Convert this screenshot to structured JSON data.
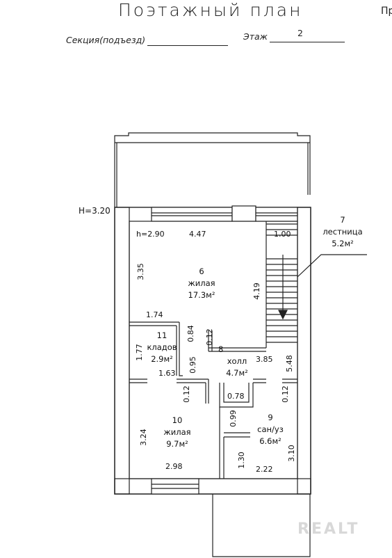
{
  "title": "Поэтажный план",
  "corner_text": "Пр",
  "header": {
    "section_label": "Секция(подъезд)",
    "section_value": "",
    "floor_label": "Этаж",
    "floor_value": "2"
  },
  "heights": {
    "building": "H=3.20",
    "room": "h=2.90"
  },
  "rooms": [
    {
      "num": "6",
      "name": "жилая",
      "area": "17.3м²"
    },
    {
      "num": "7",
      "name": "лестница",
      "area": "5.2м²"
    },
    {
      "num": "8",
      "name": "холл",
      "area": "4.7м²"
    },
    {
      "num": "9",
      "name": "сан/уз",
      "area": "6.6м²"
    },
    {
      "num": "10",
      "name": "жилая",
      "area": "9.7м²"
    },
    {
      "num": "11",
      "name": "кладов",
      "area": "2.9м²"
    }
  ],
  "dimensions": {
    "d_4_47": "4.47",
    "d_1_00": "1.00",
    "d_3_35": "3.35",
    "d_4_19": "4.19",
    "d_1_74": "1.74",
    "d_0_84": "0.84",
    "d_0_12_a": "0.12",
    "d_1_77": "1.77",
    "d_0_95": "0.95",
    "d_1_63": "1.63",
    "d_3_85": "3.85",
    "d_5_48": "5.48",
    "d_0_12_b": "0.12",
    "d_0_12_c": "0.12",
    "d_0_78": "0.78",
    "d_0_99": "0.99",
    "d_3_24": "3.24",
    "d_3_10": "3.10",
    "d_1_30": "1.30",
    "d_2_98": "2.98",
    "d_2_22": "2.22"
  },
  "watermark": "REALT"
}
